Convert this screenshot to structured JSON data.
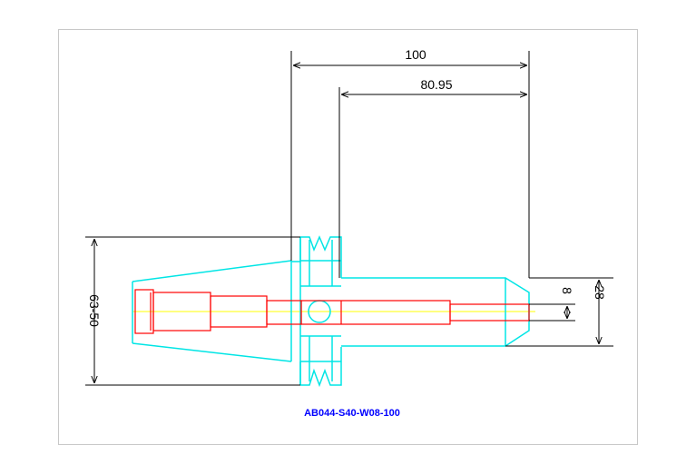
{
  "drawing": {
    "part_number": "AB044-S40-W08-100",
    "dimensions": {
      "overall_length": "100",
      "gauge_length": "80.95",
      "flange_diameter": "63-50",
      "tip_diameter": "28",
      "bore_diameter": "8"
    }
  },
  "colors": {
    "outline": "#00e5e5",
    "bore": "#ff0000",
    "centerline": "#ffff00",
    "dimension": "#000000",
    "part_label": "#0000ff"
  }
}
